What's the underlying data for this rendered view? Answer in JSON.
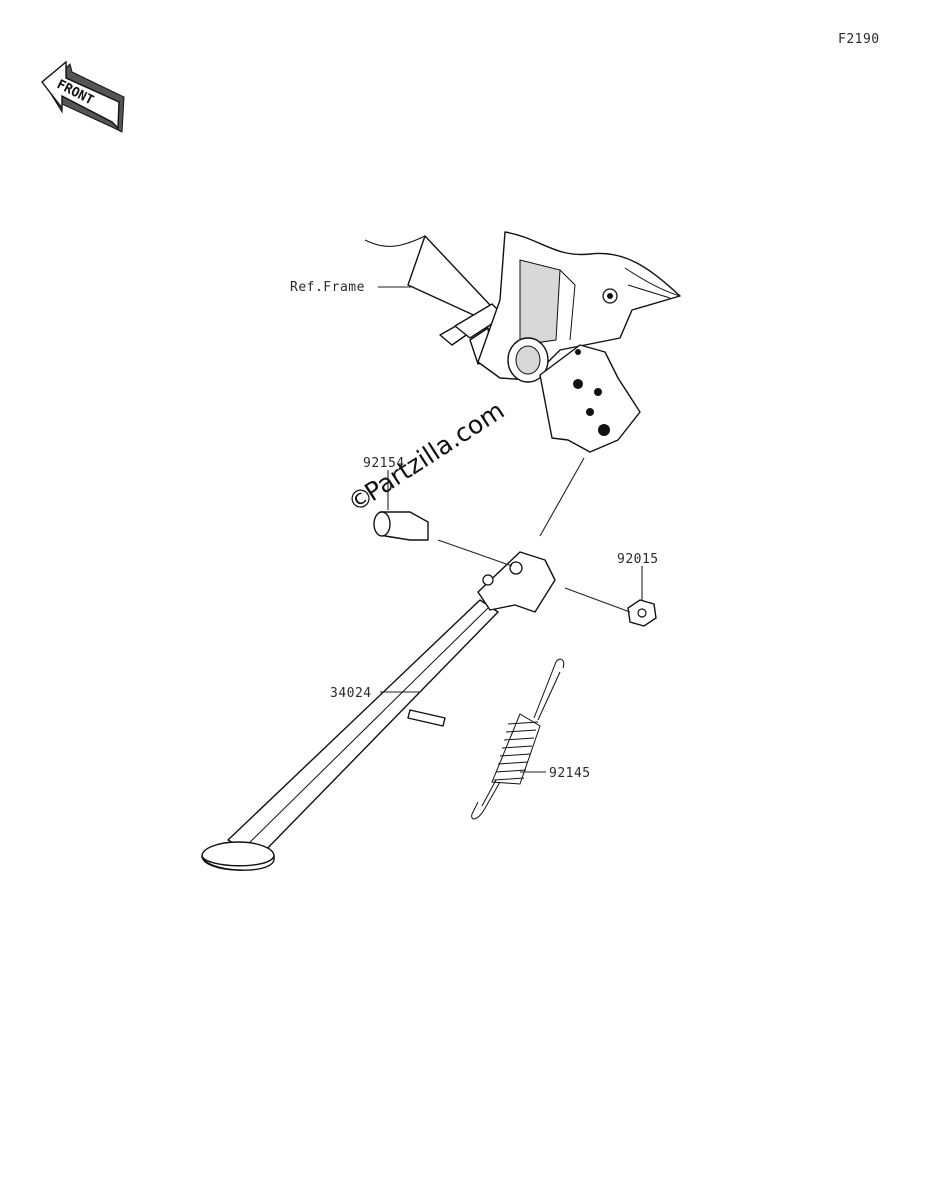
{
  "figure_code": "F2190",
  "front_marker": {
    "text": "FRONT",
    "icon": "front-arrow-icon"
  },
  "watermark": {
    "symbol": "©",
    "text": "Partzilla.com"
  },
  "labels": {
    "ref_frame": "Ref.Frame",
    "bolt": "92154",
    "nut": "92015",
    "side_stand": "34024",
    "spring": "92145"
  },
  "colors": {
    "line": "#111111",
    "background": "#ffffff",
    "shade": "#d8d8d8"
  }
}
